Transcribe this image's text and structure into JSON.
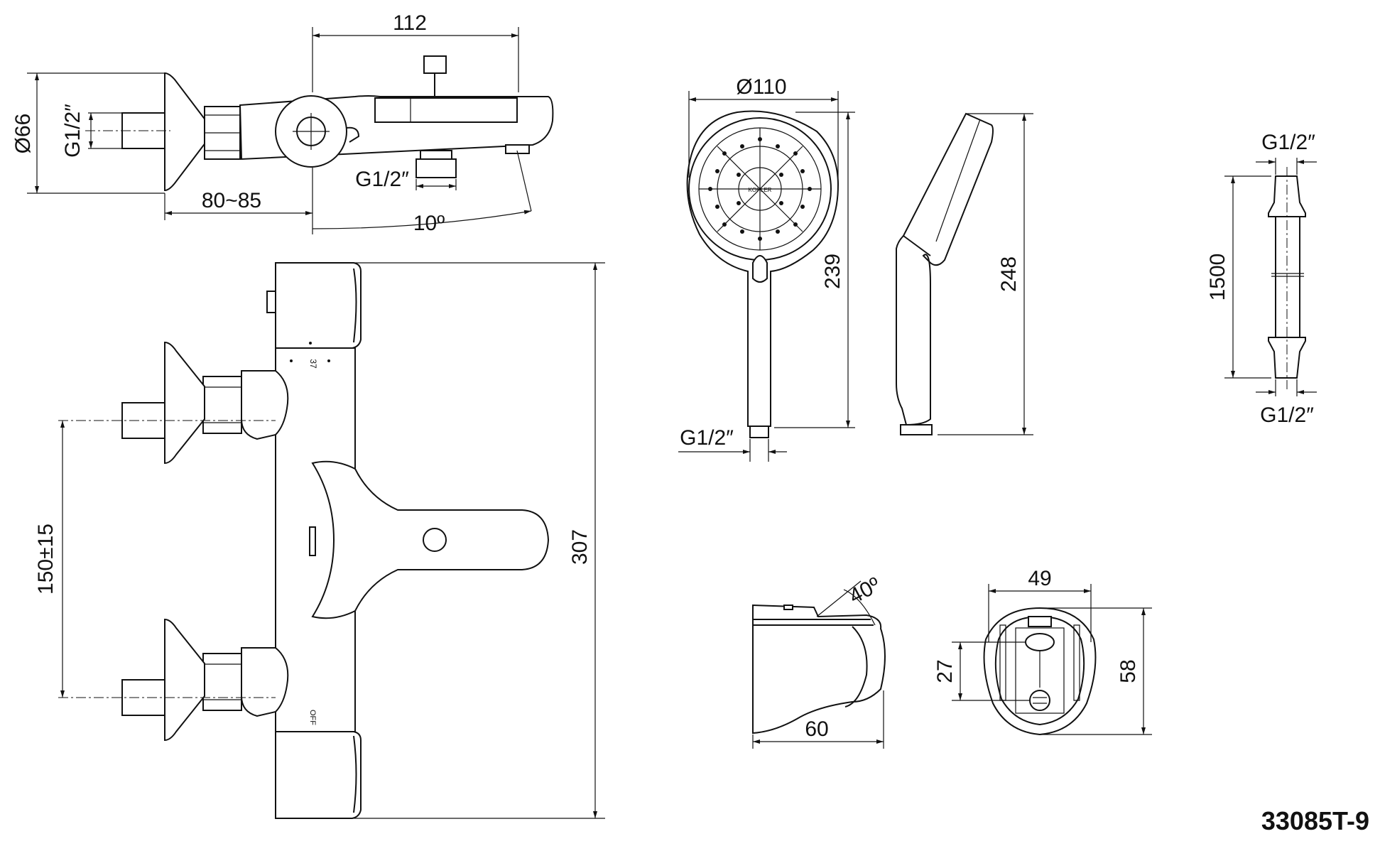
{
  "dimensions": {
    "top_width": "112",
    "top_diameter": "Ø66",
    "top_inlet_thread": "G1/2″",
    "top_outlet_thread": "G1/2″",
    "wall_distance": "80~85",
    "spout_angle": "10º",
    "inlet_spacing": "150±15",
    "overall_height": "307",
    "handshower_diameter": "Ø110",
    "handshower_length_front": "239",
    "handshower_length_side": "248",
    "handshower_thread": "G1/2″",
    "hose_top_thread": "G1/2″",
    "hose_length": "1500",
    "hose_bottom_thread": "G1/2″",
    "holder_angle": "40º",
    "holder_depth": "60",
    "holder_width": "49",
    "holder_height": "58",
    "holder_hole_offset": "27"
  },
  "labels": {
    "model_number": "33085T-9",
    "temp_mark": "37",
    "off_mark": "OFF",
    "brand_mark": "KOHLER"
  }
}
